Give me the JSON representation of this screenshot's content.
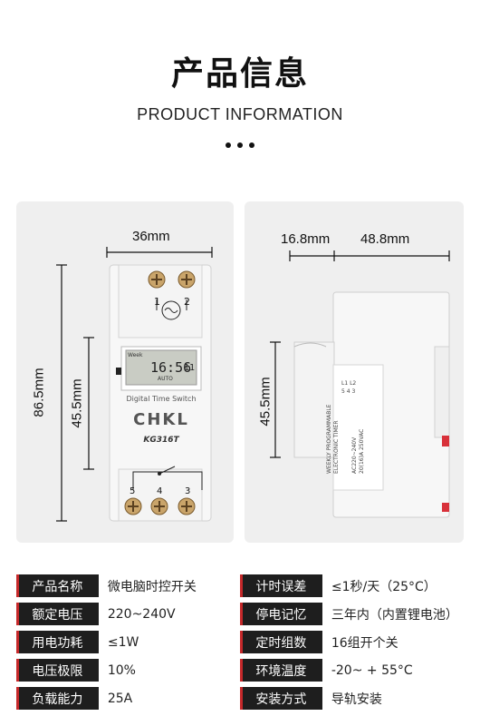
{
  "header": {
    "title_cn": "产品信息",
    "title_en": "PRODUCT INFORMATION"
  },
  "front_view": {
    "width_label": "36mm",
    "height_total_label": "86.5mm",
    "height_body_label": "45.5mm",
    "terminals_top": [
      "1",
      "2"
    ],
    "terminals_bottom": [
      "5",
      "4",
      "3"
    ],
    "lcd_week": "Week",
    "lcd_time": "16:56",
    "lcd_seconds": "11",
    "lcd_mode": "AUTO",
    "device_caption": "Digital Time Switch",
    "brand": "CHKL",
    "model": "KG316T"
  },
  "side_view": {
    "depth_a_label": "16.8mm",
    "depth_b_label": "48.8mm",
    "height_label": "45.5mm",
    "label_lines": [
      "WEEKLY PROGRAMMABLE",
      "ELECTRONIC TIMER",
      "AC220~240V",
      "20(16)A 250VAC"
    ],
    "terminal_marks": [
      "L1",
      "L2",
      "5",
      "4",
      "3"
    ]
  },
  "specs": [
    {
      "left_key": "产品名称",
      "left_val": "微电脑时控开关",
      "right_key": "计时误差",
      "right_val": "≤1秒/天（25°C）"
    },
    {
      "left_key": "额定电压",
      "left_val": "220~240V",
      "right_key": "停电记忆",
      "right_val": "三年内（内置锂电池）"
    },
    {
      "left_key": "用电功耗",
      "left_val": "≤1W",
      "right_key": "定时组数",
      "right_val": "16组开个关"
    },
    {
      "left_key": "电压极限",
      "left_val": "10%",
      "right_key": "环境温度",
      "right_val": "-20~ + 55°C"
    },
    {
      "left_key": "负载能力",
      "left_val": "25A",
      "right_key": "安装方式",
      "right_val": "导轨安装"
    }
  ]
}
